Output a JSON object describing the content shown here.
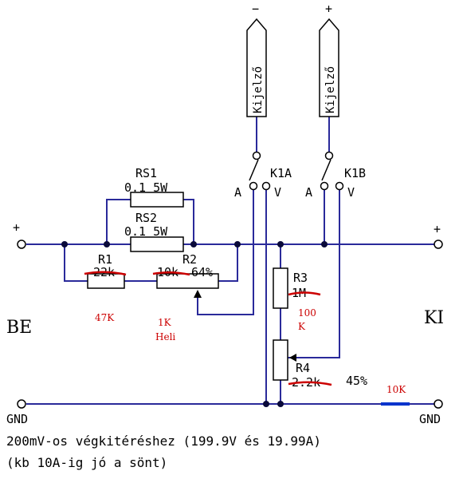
{
  "terminals": {
    "in_plus": "+",
    "out_plus": "+",
    "meter_minus": "−",
    "meter_plus": "+",
    "in_label": "BE",
    "out_label": "KI",
    "gnd_left": "GND",
    "gnd_right": "GND"
  },
  "display": {
    "left_label": "Kijelző",
    "right_label": "Kijelző"
  },
  "switches": {
    "k1a": {
      "name": "K1A",
      "pos_a": "A",
      "pos_v": "V"
    },
    "k1b": {
      "name": "K1B",
      "pos_a": "A",
      "pos_v": "V"
    }
  },
  "components": {
    "rs1": {
      "name": "RS1",
      "value": "0.1 5W"
    },
    "rs2": {
      "name": "RS2",
      "value": "0.1 5W"
    },
    "r1": {
      "name": "R1",
      "value": "22k",
      "note": "47K"
    },
    "r2": {
      "name": "R2",
      "value": "10k",
      "setting": "64%",
      "note_line1": "1K",
      "note_line2": "Heli"
    },
    "r3": {
      "name": "R3",
      "value": "1M",
      "note_line1": "100",
      "note_line2": "K"
    },
    "r4": {
      "name": "R4",
      "value": "2.2k",
      "setting": "45%"
    },
    "extra": {
      "note": "10K"
    }
  },
  "caption": {
    "line1": "200mV-os végkitéréshez (199.9V és 19.99A)",
    "line2": "(kb 10A-ig jó a sönt)"
  },
  "colors": {
    "wire": "#2a2a9a",
    "ink": "#000000",
    "correction": "#cc0000",
    "added_wire": "#0033cc"
  }
}
